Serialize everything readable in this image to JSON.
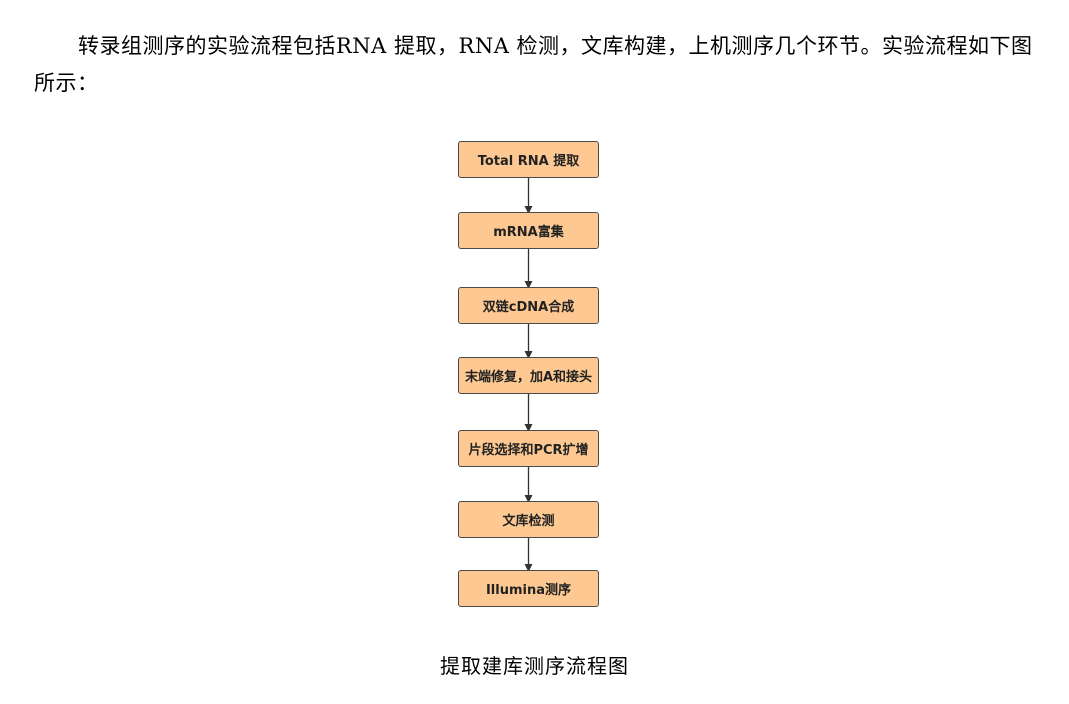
{
  "document": {
    "intro_paragraph": "转录组测序的实验流程包括RNA  提取，RNA  检测，文库构建，上机测序几个环节。实验流程如下图所示：",
    "caption": "提取建库测序流程图"
  },
  "flowchart": {
    "box_fill": "#fdc891",
    "box_border": "#4a4a4a",
    "arrow_color": "#333333",
    "steps": [
      "Total RNA 提取",
      "mRNA富集",
      "双链cDNA合成",
      "末端修复，加A和接头",
      "片段选择和PCR扩增",
      "文库检测",
      "Illumina测序"
    ]
  }
}
